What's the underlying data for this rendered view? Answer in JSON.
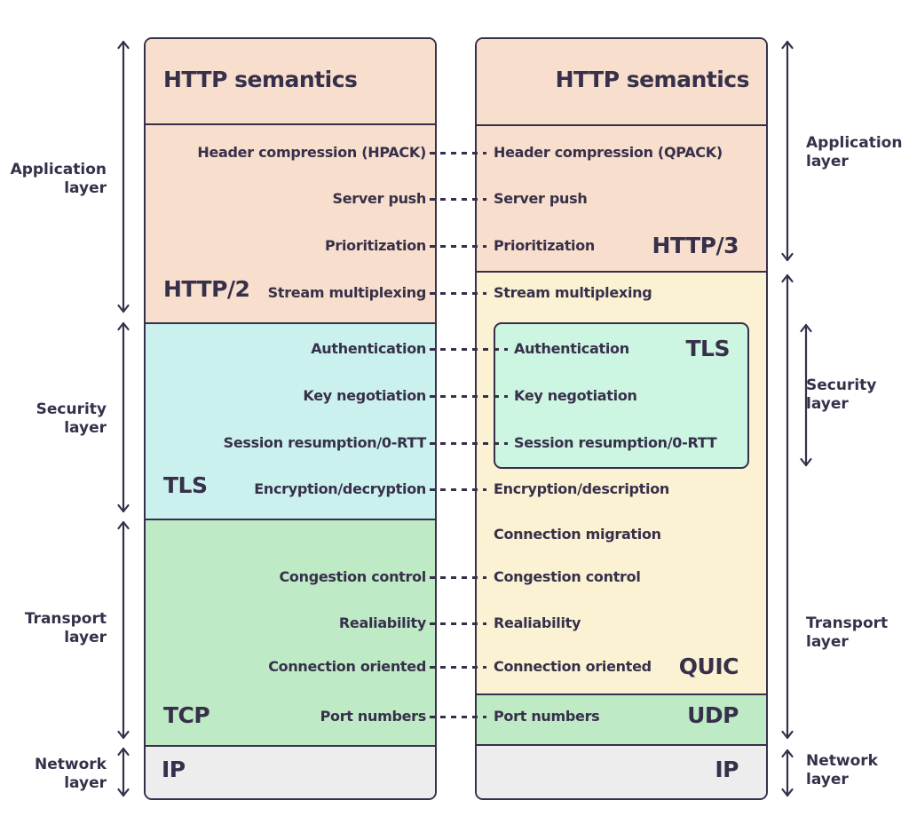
{
  "colors": {
    "ink": "#37304a",
    "salmon": "#f8decd",
    "yellow": "#fbf2d4",
    "cyan": "#cbf1ee",
    "mint": "#ccf5e2",
    "green": "#bfeac6",
    "gray": "#ededed",
    "background": "#ffffff"
  },
  "left_stack": {
    "title": "HTTP semantics",
    "app_protocol": "HTTP/2",
    "security_protocol": "TLS",
    "transport_protocol": "TCP",
    "network_protocol": "IP"
  },
  "right_stack": {
    "title": "HTTP semantics",
    "app_protocol": "HTTP/3",
    "security_protocol": "TLS",
    "transport_protocol": "QUIC",
    "transport_protocol2": "UDP",
    "network_protocol": "IP"
  },
  "rows": [
    {
      "left": "Header compression (HPACK)",
      "right": "Header compression (QPACK)"
    },
    {
      "left": "Server push",
      "right": "Server push"
    },
    {
      "left": "Prioritization",
      "right": "Prioritization"
    },
    {
      "left": "Stream multiplexing",
      "right": "Stream multiplexing"
    },
    {
      "left": "Authentication",
      "right": "Authentication"
    },
    {
      "left": "Key negotiation",
      "right": "Key negotiation"
    },
    {
      "left": "Session resumption/0-RTT",
      "right": "Session resumption/0-RTT"
    },
    {
      "left": "Encryption/decryption",
      "right": "Encryption/description"
    },
    {
      "right": "Connection migration"
    },
    {
      "left": "Congestion control",
      "right": "Congestion control"
    },
    {
      "left": "Realiability",
      "right": "Realiability"
    },
    {
      "left": "Connection oriented",
      "right": "Connection oriented"
    },
    {
      "left": "Port numbers",
      "right": "Port numbers"
    }
  ],
  "side_labels": {
    "application": "Application layer",
    "security": "Security layer",
    "transport": "Transport layer",
    "network": "Network layer"
  }
}
